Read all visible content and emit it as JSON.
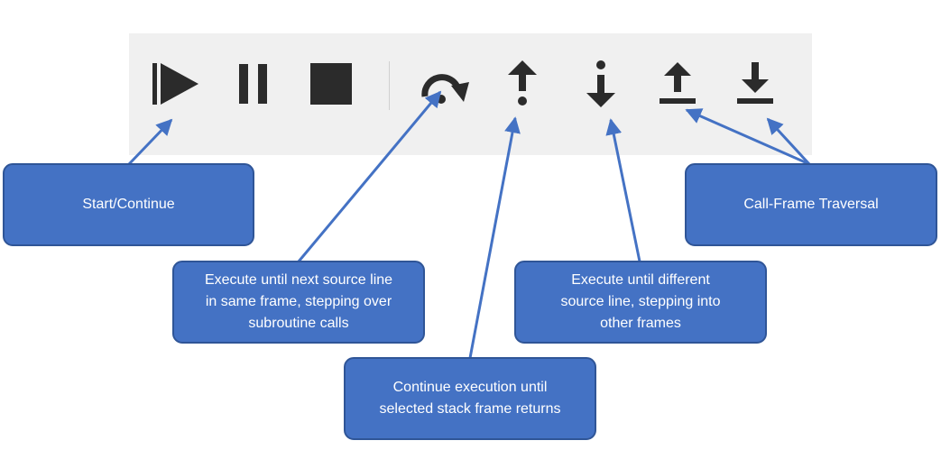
{
  "toolbar": {
    "buttons": [
      {
        "icon": "start-continue-icon",
        "interactable": true
      },
      {
        "icon": "pause-icon",
        "interactable": true
      },
      {
        "icon": "stop-icon",
        "interactable": true
      },
      {
        "icon": "step-over-icon",
        "interactable": true
      },
      {
        "icon": "step-out-icon",
        "interactable": true
      },
      {
        "icon": "step-into-icon",
        "interactable": true
      },
      {
        "icon": "frame-up-icon",
        "interactable": true
      },
      {
        "icon": "frame-down-icon",
        "interactable": true
      }
    ],
    "icon_color": "#2b2b2b",
    "background": "#f0f0f0"
  },
  "callouts": {
    "start_continue": "Start/Continue",
    "step_over": "Execute until next source line\nin same frame, stepping over\nsubroutine calls",
    "step_out": "Continue execution until\nselected stack frame returns",
    "step_into": "Execute until different\nsource line, stepping into\nother frames",
    "call_frame": "Call-Frame Traversal"
  },
  "colors": {
    "callout_fill": "#4472c4",
    "callout_border": "#2f5597",
    "arrow": "#4472c4"
  }
}
